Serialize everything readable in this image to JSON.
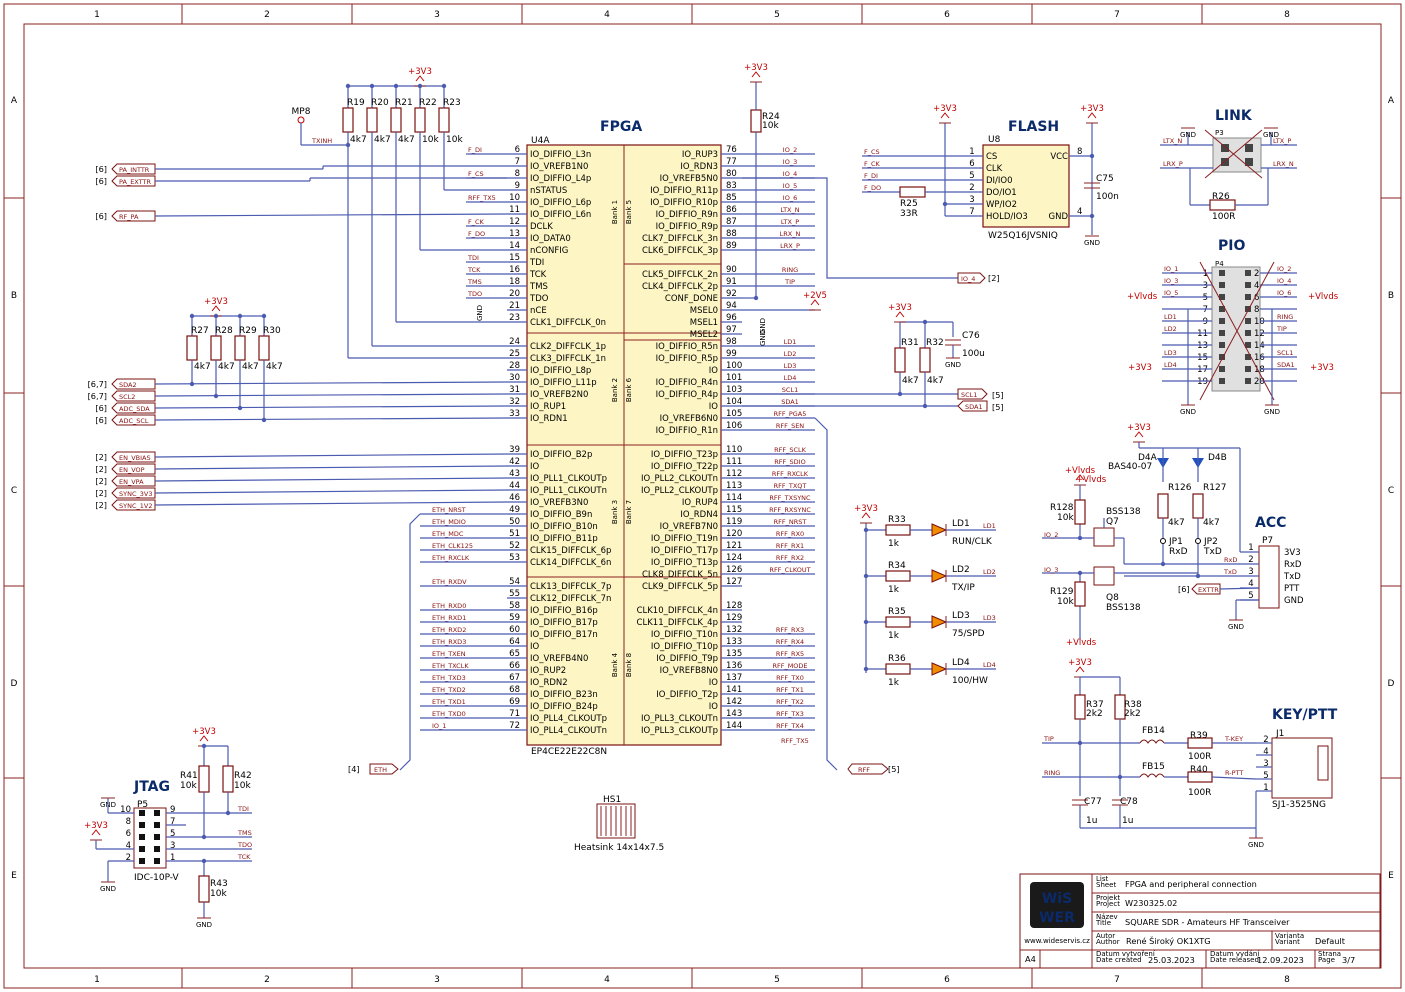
{
  "sheet": {
    "columns": [
      "1",
      "2",
      "3",
      "4",
      "5",
      "6",
      "7",
      "8"
    ],
    "rows": [
      "A",
      "B",
      "C",
      "D",
      "E"
    ]
  },
  "headings": {
    "fpga": "FPGA",
    "flash": "FLASH",
    "link": "LINK",
    "pio": "PIO",
    "acc": "ACC",
    "keyptt": "KEY/PTT",
    "jtag": "JTAG"
  },
  "fpga": {
    "ref": "U4A",
    "part": "EP4CE22E22C8N",
    "banks": [
      "Bank 1",
      "Bank 2",
      "Bank 3",
      "Bank 4",
      "Bank 5",
      "Bank 6",
      "Bank 7",
      "Bank 8"
    ],
    "left_pins": [
      {
        "n": "6",
        "s": "IO_DIFFIO_L3n",
        "net": "F_DI"
      },
      {
        "n": "7",
        "s": "IO_VREFB1N0",
        "net": ""
      },
      {
        "n": "8",
        "s": "IO_DIFFIO_L4p",
        "net": "F_CS"
      },
      {
        "n": "9",
        "s": "nSTATUS",
        "net": ""
      },
      {
        "n": "10",
        "s": "IO_DIFFIO_L6p",
        "net": "RFF_TX5"
      },
      {
        "n": "11",
        "s": "IO_DIFFIO_L6n",
        "net": ""
      },
      {
        "n": "12",
        "s": "DCLK",
        "net": "F_CK"
      },
      {
        "n": "13",
        "s": "IO_DATA0",
        "net": "F_DO"
      },
      {
        "n": "14",
        "s": "nCONFIG",
        "net": ""
      },
      {
        "n": "15",
        "s": "TDI",
        "net": "TDI"
      },
      {
        "n": "16",
        "s": "TCK",
        "net": "TCK"
      },
      {
        "n": "18",
        "s": "TMS",
        "net": "TMS"
      },
      {
        "n": "20",
        "s": "TDO",
        "net": "TDO"
      },
      {
        "n": "21",
        "s": "nCE",
        "net": "GND"
      },
      {
        "n": "23",
        "s": "CLK1_DIFFCLK_0n",
        "net": ""
      },
      {
        "n": "24",
        "s": "CLK2_DIFFCLK_1p",
        "net": ""
      },
      {
        "n": "25",
        "s": "CLK3_DIFFCLK_1n",
        "net": ""
      },
      {
        "n": "28",
        "s": "IO_DIFFIO_L8p",
        "net": ""
      },
      {
        "n": "30",
        "s": "IO_DIFFIO_L11p",
        "net": ""
      },
      {
        "n": "31",
        "s": "IO_VREFB2N0",
        "net": ""
      },
      {
        "n": "32",
        "s": "IO_RUP1",
        "net": ""
      },
      {
        "n": "33",
        "s": "IO_RDN1",
        "net": ""
      },
      {
        "n": "39",
        "s": "IO_DIFFIO_B2p",
        "net": ""
      },
      {
        "n": "42",
        "s": "IO",
        "net": ""
      },
      {
        "n": "43",
        "s": "IO_PLL1_CLKOUTp",
        "net": ""
      },
      {
        "n": "44",
        "s": "IO_PLL1_CLKOUTn",
        "net": ""
      },
      {
        "n": "46",
        "s": "IO_VREFB3N0",
        "net": ""
      },
      {
        "n": "49",
        "s": "IO_DIFFIO_B9n",
        "net": "ETH_NRST"
      },
      {
        "n": "50",
        "s": "IO_DIFFIO_B10n",
        "net": "ETH_MDIO"
      },
      {
        "n": "51",
        "s": "IO_DIFFIO_B11p",
        "net": "ETH_MDC"
      },
      {
        "n": "52",
        "s": "CLK15_DIFFCLK_6p",
        "net": "ETH_CLK125"
      },
      {
        "n": "53",
        "s": "CLK14_DIFFCLK_6n",
        "net": "ETH_RXCLK"
      },
      {
        "n": "54",
        "s": "CLK13_DIFFCLK_7p",
        "net": "ETH_RXDV"
      },
      {
        "n": "55",
        "s": "CLK12_DIFFCLK_7n",
        "net": ""
      },
      {
        "n": "58",
        "s": "IO_DIFFIO_B16p",
        "net": "ETH_RXD0"
      },
      {
        "n": "59",
        "s": "IO_DIFFIO_B17p",
        "net": "ETH_RXD1"
      },
      {
        "n": "60",
        "s": "IO_DIFFIO_B17n",
        "net": "ETH_RXD2"
      },
      {
        "n": "64",
        "s": "IO",
        "net": "ETH_RXD3"
      },
      {
        "n": "65",
        "s": "IO_VREFB4N0",
        "net": "ETH_TXEN"
      },
      {
        "n": "66",
        "s": "IO_RUP2",
        "net": "ETH_TXCLK"
      },
      {
        "n": "67",
        "s": "IO_RDN2",
        "net": "ETH_TXD3"
      },
      {
        "n": "68",
        "s": "IO_DIFFIO_B23n",
        "net": "ETH_TXD2"
      },
      {
        "n": "69",
        "s": "IO_DIFFIO_B24p",
        "net": "ETH_TXD1"
      },
      {
        "n": "71",
        "s": "IO_PLL4_CLKOUTp",
        "net": "ETH_TXD0"
      },
      {
        "n": "72",
        "s": "IO_PLL4_CLKOUTn",
        "net": "IO_1"
      }
    ],
    "right_pins": [
      {
        "n": "76",
        "s": "IO_RUP3",
        "net": "IO_2"
      },
      {
        "n": "77",
        "s": "IO_RDN3",
        "net": "IO_3"
      },
      {
        "n": "80",
        "s": "IO_VREFB5N0",
        "net": "IO_4"
      },
      {
        "n": "83",
        "s": "IO_DIFFIO_R11p",
        "net": "IO_5"
      },
      {
        "n": "85",
        "s": "IO_DIFFIO_R10p",
        "net": "IO_6"
      },
      {
        "n": "86",
        "s": "IO_DIFFIO_R9n",
        "net": "LTX_N"
      },
      {
        "n": "87",
        "s": "IO_DIFFIO_R9p",
        "net": "LTX_P"
      },
      {
        "n": "88",
        "s": "CLK7_DIFFCLK_3n",
        "net": "LRX_N"
      },
      {
        "n": "89",
        "s": "CLK6_DIFFCLK_3p",
        "net": "LRX_P"
      },
      {
        "n": "90",
        "s": "CLK5_DIFFCLK_2n",
        "net": "RING"
      },
      {
        "n": "91",
        "s": "CLK4_DIFFCLK_2p",
        "net": "TIP"
      },
      {
        "n": "92",
        "s": "CONF_DONE",
        "net": ""
      },
      {
        "n": "94",
        "s": "MSEL0",
        "net": ""
      },
      {
        "n": "96",
        "s": "MSEL1",
        "net": "GND"
      },
      {
        "n": "97",
        "s": "MSEL2",
        "net": "GND"
      },
      {
        "n": "98",
        "s": "IO_DIFFIO_R5n",
        "net": "LD1"
      },
      {
        "n": "99",
        "s": "IO_DIFFIO_R5p",
        "net": "LD2"
      },
      {
        "n": "100",
        "s": "IO",
        "net": "LD3"
      },
      {
        "n": "101",
        "s": "IO_DIFFIO_R4n",
        "net": "LD4"
      },
      {
        "n": "103",
        "s": "IO_DIFFIO_R4p",
        "net": "SCL1"
      },
      {
        "n": "104",
        "s": "IO",
        "net": "SDA1"
      },
      {
        "n": "105",
        "s": "IO_VREFB6N0",
        "net": "RFF_PGA5"
      },
      {
        "n": "106",
        "s": "IO_DIFFIO_R1n",
        "net": "RFF_SEN"
      },
      {
        "n": "110",
        "s": "IO_DIFFIO_T23p",
        "net": "RFF_SCLK"
      },
      {
        "n": "111",
        "s": "IO_DIFFIO_T22p",
        "net": "RFF_SDIO"
      },
      {
        "n": "112",
        "s": "IO_PLL2_CLKOUTn",
        "net": "RFF_RXCLK"
      },
      {
        "n": "113",
        "s": "IO_PLL2_CLKOUTp",
        "net": "RFF_TXQT"
      },
      {
        "n": "114",
        "s": "IO_RUP4",
        "net": "RFF_TXSYNC"
      },
      {
        "n": "115",
        "s": "IO_RDN4",
        "net": "RFF_RXSYNC"
      },
      {
        "n": "119",
        "s": "IO_VREFB7N0",
        "net": "RFF_NRST"
      },
      {
        "n": "120",
        "s": "IO_DIFFIO_T19n",
        "net": "RFF_RX0"
      },
      {
        "n": "121",
        "s": "IO_DIFFIO_T17p",
        "net": "RFF_RX1"
      },
      {
        "n": "124",
        "s": "IO_DIFFIO_T13p",
        "net": "RFF_RX2"
      },
      {
        "n": "126",
        "s": "CLK8_DIFFCLK_5n",
        "net": "RFF_CLKOUT"
      },
      {
        "n": "127",
        "s": "CLK9_DIFFCLK_5p",
        "net": ""
      },
      {
        "n": "128",
        "s": "CLK10_DIFFCLK_4n",
        "net": ""
      },
      {
        "n": "129",
        "s": "CLK11_DIFFCLK_4p",
        "net": ""
      },
      {
        "n": "132",
        "s": "IO_DIFFIO_T10n",
        "net": "RFF_RX3"
      },
      {
        "n": "133",
        "s": "IO_DIFFIO_T10p",
        "net": "RFF_RX4"
      },
      {
        "n": "135",
        "s": "IO_DIFFIO_T9p",
        "net": "RFF_RX5"
      },
      {
        "n": "136",
        "s": "IO_VREFB8N0",
        "net": "RFF_MODE"
      },
      {
        "n": "137",
        "s": "IO",
        "net": "RFF_TX0"
      },
      {
        "n": "141",
        "s": "IO_DIFFIO_T2p",
        "net": "RFF_TX1"
      },
      {
        "n": "142",
        "s": "IO",
        "net": "RFF_TX2"
      },
      {
        "n": "143",
        "s": "IO_PLL3_CLKOUTn",
        "net": "RFF_TX3"
      },
      {
        "n": "144",
        "s": "IO_PLL3_CLKOUTp",
        "net": "RFF_TX4"
      }
    ]
  },
  "offsheet_left": [
    {
      "ref": "[6]",
      "net": "PA_INTTR"
    },
    {
      "ref": "[6]",
      "net": "PA_EXTTR"
    },
    {
      "ref": "[6]",
      "net": "RF_PA"
    },
    {
      "ref": "[6,7]",
      "net": "SDA2"
    },
    {
      "ref": "[6,7]",
      "net": "SCL2"
    },
    {
      "ref": "[6]",
      "net": "ADC_SDA"
    },
    {
      "ref": "[6]",
      "net": "ADC_SCL"
    },
    {
      "ref": "[2]",
      "net": "EN_VBIAS"
    },
    {
      "ref": "[2]",
      "net": "EN_VOP"
    },
    {
      "ref": "[2]",
      "net": "EN_VPA"
    },
    {
      "ref": "[2]",
      "net": "SYNC_3V3"
    },
    {
      "ref": "[2]",
      "net": "SYNC_1V2"
    }
  ],
  "misc_nets": {
    "eth": "ETH",
    "eth_ref": "[4]",
    "rff": "RFF",
    "rff_ref": "[5]",
    "io4": "IO_4",
    "io4_ref": "[2]",
    "scl1": "SCL1",
    "sda1": "SDA1",
    "scl1_ref": "[5]",
    "sda1_ref": "[5]",
    "txinh": "TXINH",
    "mp8": "MP8",
    "plus3v3": "+3V3",
    "plus2v5": "+2V5",
    "plusvlvds": "+Vlvds",
    "gnd": "GND",
    "io2": "IO_2",
    "io3": "IO_3",
    "exttr": "EXTTR",
    "exttr_ref": "[6]",
    "rxd": "RxD",
    "txd": "TxD",
    "tip": "TIP",
    "ring": "RING",
    "tkey": "T-KEY",
    "rptt": "R-PTT"
  },
  "pullups_top": [
    {
      "ref": "R19",
      "val": "4k7"
    },
    {
      "ref": "R20",
      "val": "4k7"
    },
    {
      "ref": "R21",
      "val": "4k7"
    },
    {
      "ref": "R22",
      "val": "10k"
    },
    {
      "ref": "R23",
      "val": "10k"
    }
  ],
  "pullups_i2c": [
    {
      "ref": "R27",
      "val": "4k7"
    },
    {
      "ref": "R28",
      "val": "4k7"
    },
    {
      "ref": "R29",
      "val": "4k7"
    },
    {
      "ref": "R30",
      "val": "4k7"
    }
  ],
  "r24": {
    "ref": "R24",
    "val": "10k"
  },
  "flash": {
    "ref": "U8",
    "part": "W25Q16JVSNIQ",
    "left": [
      {
        "n": "1",
        "s": "CS"
      },
      {
        "n": "6",
        "s": "CLK"
      },
      {
        "n": "5",
        "s": "DI/IO0"
      },
      {
        "n": "2",
        "s": "DO/IO1"
      },
      {
        "n": "3",
        "s": "WP/IO2"
      },
      {
        "n": "7",
        "s": "HOLD/IO3"
      }
    ],
    "right": [
      {
        "n": "8",
        "s": "VCC"
      },
      {
        "n": "4",
        "s": "GND"
      }
    ],
    "nets": [
      "F_CS",
      "F_CK",
      "F_DI",
      "F_DO"
    ],
    "r25": {
      "ref": "R25",
      "val": "33R"
    },
    "c75": {
      "ref": "C75",
      "val": "100n"
    }
  },
  "c76": {
    "ref": "C76",
    "val": "100u"
  },
  "r31": {
    "ref": "R31",
    "val": "4k7"
  },
  "r32": {
    "ref": "R32",
    "val": "4k7"
  },
  "link": {
    "ref": "P3",
    "r26": {
      "ref": "R26",
      "val": "100R"
    },
    "nets": [
      "LTX_N",
      "LRX_P",
      "LTX_P",
      "LRX_N"
    ]
  },
  "pio": {
    "ref": "P4",
    "left": [
      {
        "n": "1",
        "net": "IO_1"
      },
      {
        "n": "3",
        "net": "IO_3"
      },
      {
        "n": "5",
        "net": "IO_5"
      },
      {
        "n": "7",
        "net": ""
      },
      {
        "n": "9",
        "net": "LD1"
      },
      {
        "n": "11",
        "net": "LD2"
      },
      {
        "n": "13",
        "net": ""
      },
      {
        "n": "15",
        "net": "LD3"
      },
      {
        "n": "17",
        "net": "LD4"
      },
      {
        "n": "19",
        "net": ""
      }
    ],
    "right": [
      {
        "n": "2",
        "net": "IO_2"
      },
      {
        "n": "4",
        "net": "IO_4"
      },
      {
        "n": "6",
        "net": "IO_6"
      },
      {
        "n": "8",
        "net": ""
      },
      {
        "n": "10",
        "net": "RING"
      },
      {
        "n": "12",
        "net": "TIP"
      },
      {
        "n": "14",
        "net": ""
      },
      {
        "n": "16",
        "net": "SCL1"
      },
      {
        "n": "18",
        "net": "SDA1"
      },
      {
        "n": "20",
        "net": ""
      }
    ]
  },
  "leds": [
    {
      "r": "R33",
      "rv": "1k",
      "ld": "LD1",
      "label": "RUN/CLK",
      "net": "LD1"
    },
    {
      "r": "R34",
      "rv": "1k",
      "ld": "LD2",
      "label": "TX/IP",
      "net": "LD2"
    },
    {
      "r": "R35",
      "rv": "1k",
      "ld": "LD3",
      "label": "75/SPD",
      "net": "LD3"
    },
    {
      "r": "R36",
      "rv": "1k",
      "ld": "LD4",
      "label": "100/HW",
      "net": "LD4"
    }
  ],
  "acc": {
    "ref": "P7",
    "pins": [
      {
        "n": "1",
        "s": "3V3"
      },
      {
        "n": "2",
        "s": "RxD"
      },
      {
        "n": "3",
        "s": "TxD"
      },
      {
        "n": "4",
        "s": "PTT"
      },
      {
        "n": "5",
        "s": "GND"
      }
    ],
    "d4a": "D4A",
    "d4b": "D4B",
    "diode": "BAS40-07",
    "r126": {
      "ref": "R126",
      "val": "4k7"
    },
    "r127": {
      "ref": "R127",
      "val": "4k7"
    },
    "r128": {
      "ref": "R128",
      "val": "10k"
    },
    "r129": {
      "ref": "R129",
      "val": "10k"
    },
    "q7": "Q7",
    "q8": "Q8",
    "mos": "BSS138",
    "jp1": "JP1",
    "jp2": "JP2"
  },
  "keyptt": {
    "ref": "J1",
    "part": "SJ1-3525NG",
    "r37": {
      "ref": "R37",
      "val": "2k2"
    },
    "r38": {
      "ref": "R38",
      "val": "2k2"
    },
    "r39": {
      "ref": "R39",
      "val": "100R"
    },
    "r40": {
      "ref": "R40",
      "val": "100R"
    },
    "fb14": "FB14",
    "fb15": "FB15",
    "c77": {
      "ref": "C77",
      "val": "1u"
    },
    "c78": {
      "ref": "C78",
      "val": "1u"
    },
    "pins": [
      "2",
      "4",
      "3",
      "5",
      "1"
    ]
  },
  "jtag": {
    "ref": "P5",
    "part": "IDC-10P-V",
    "r41": {
      "ref": "R41",
      "val": "10k"
    },
    "r42": {
      "ref": "R42",
      "val": "10k"
    },
    "r43": {
      "ref": "R43",
      "val": "10k"
    },
    "left": [
      "10",
      "8",
      "6",
      "4",
      "2"
    ],
    "right": [
      "9",
      "7",
      "5",
      "3",
      "1"
    ],
    "nets": [
      "TDI",
      "TMS",
      "TDO",
      "TCK"
    ]
  },
  "heatsink": {
    "ref": "HS1",
    "val": "Heatsink 14x14x7.5"
  },
  "titleblock": {
    "logo1": "WiS",
    "logo2": "WER",
    "website": "www.wideservis.cz",
    "list_lbl": "List\nSheet",
    "list": "FPGA and peripheral connection",
    "proj_lbl": "Projekt\nProject",
    "proj": "W230325.02",
    "title_lbl": "Název\nTitle",
    "title": "SQUARE SDR - Amateurs HF Transceiver",
    "author_lbl": "Autor\nAuthor",
    "author": "René Široký OK1XTG",
    "variant_lbl": "Varianta\nVariant",
    "variant": "Default",
    "created_lbl": "Datum vytvoření\nDate created",
    "created": "25.03.2023",
    "released_lbl": "Datum vydání\nDate released",
    "released": "12.09.2023",
    "page_lbl": "Strana\nPage",
    "page": "3/7",
    "size": "A4"
  }
}
